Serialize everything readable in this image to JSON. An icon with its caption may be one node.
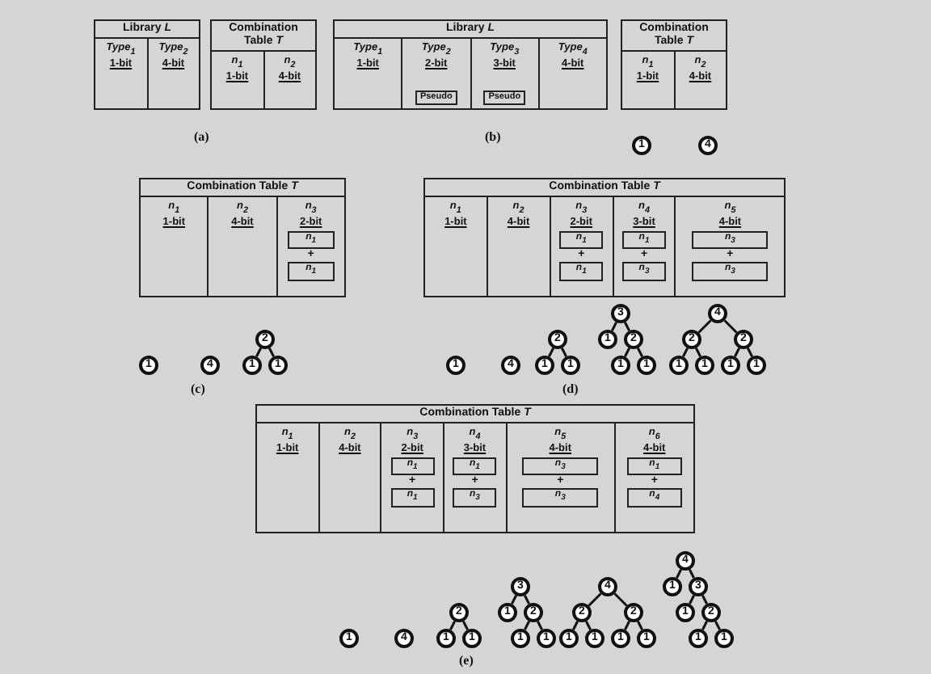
{
  "diagram": {
    "nodes": [
      {
        "text": [
          "Library *L*"
        ]
      },
      {
        "text": [
          "Type$_{1}$",
          "1-bit"
        ],
        "in": 0
      },
      {
        "text": [
          "Type$_{2}$",
          "4-bit"
        ],
        "in": 0
      },
      {
        "text": [
          "Combination Table *T*"
        ]
      },
      {
        "text": [
          "n$_{1}$",
          "1-bit"
        ],
        "in": 3
      },
      {
        "text": [
          "n$_{2}$",
          "4-bit"
        ],
        "in": 3
      },
      {
        "text": [
          "Library *L*"
        ]
      },
      {
        "text": [
          "Type$_{1}$",
          "1-bit"
        ],
        "in": 6
      },
      {
        "text": [
          "Type$_{2}$",
          "2-bit"
        ],
        "in": 6
      },
      {
        "text": [
          "Pseudo"
        ],
        "in": 8
      },
      {
        "text": [
          "Type$_{3}$",
          "3-bit"
        ],
        "in": 6
      },
      {
        "text": [
          "Pseudo"
        ],
        "in": 10
      },
      {
        "text": [
          "Type$_{4}$",
          "4-bit"
        ],
        "in": 6
      },
      {
        "text": [
          "Combination Table *T*"
        ]
      },
      {
        "text": [
          "n$_{1}$",
          "1-bit"
        ],
        "in": 13
      },
      {
        "text": [
          "n$_{2}$",
          "4-bit"
        ],
        "in": 13
      },
      {
        "text": [
          "1"
        ]
      },
      {
        "text": [
          "4"
        ]
      },
      {
        "text": [
          "Combination Table *T*"
        ]
      },
      {
        "text": [
          "n$_{1}$",
          "1-bit"
        ],
        "in": 18
      },
      {
        "text": [
          "n$_{2}$",
          "4-bit"
        ],
        "in": 18
      },
      {
        "text": [
          "n$_{3}$",
          "2-bit",
          "+"
        ],
        "in": 18
      },
      {
        "text": [
          "n$_{1}$"
        ],
        "in": 21
      },
      {
        "text": [
          "n$_{1}$"
        ],
        "in": 21
      },
      {
        "text": [
          "1"
        ]
      },
      {
        "text": [
          "4"
        ]
      },
      {
        "text": [
          "2"
        ]
      },
      {
        "text": [
          "1"
        ]
      },
      {
        "text": [
          "1"
        ]
      },
      {
        "text": [
          "Combination Table *T*"
        ]
      },
      {
        "text": [
          "n$_{1}$",
          "1-bit"
        ],
        "in": 29
      },
      {
        "text": [
          "n$_{2}$",
          "4-bit"
        ],
        "in": 29
      },
      {
        "text": [
          "n$_{3}$",
          "2-bit",
          "+"
        ],
        "in": 29
      },
      {
        "text": [
          "n$_{1}$"
        ],
        "in": 32
      },
      {
        "text": [
          "n$_{1}$"
        ],
        "in": 32
      },
      {
        "text": [
          "n$_{4}$",
          "3-bit",
          "+"
        ],
        "in": 29
      },
      {
        "text": [
          "n$_{1}$"
        ],
        "in": 35
      },
      {
        "text": [
          "n$_{3}$"
        ],
        "in": 35
      },
      {
        "text": [
          "n$_{5}$",
          "4-bit",
          "+"
        ],
        "in": 29
      },
      {
        "text": [
          "n$_{3}$"
        ],
        "in": 38
      },
      {
        "text": [
          "n$_{3}$"
        ],
        "in": 38
      },
      {
        "text": [
          "1"
        ]
      },
      {
        "text": [
          "4"
        ]
      },
      {
        "text": [
          "2"
        ]
      },
      {
        "text": [
          "1"
        ]
      },
      {
        "text": [
          "1"
        ]
      },
      {
        "text": [
          "3"
        ]
      },
      {
        "text": [
          "1"
        ]
      },
      {
        "text": [
          "2"
        ]
      },
      {
        "text": [
          "1"
        ]
      },
      {
        "text": [
          "1"
        ]
      },
      {
        "text": [
          "4"
        ]
      },
      {
        "text": [
          "2"
        ]
      },
      {
        "text": [
          "1"
        ]
      },
      {
        "text": [
          "1"
        ]
      },
      {
        "text": [
          "2"
        ]
      },
      {
        "text": [
          "1"
        ]
      },
      {
        "text": [
          "1"
        ]
      },
      {
        "text": [
          "Combination Table *T*"
        ]
      },
      {
        "text": [
          "n$_{1}$",
          "1-bit"
        ],
        "in": 58
      },
      {
        "text": [
          "n$_{2}$",
          "4-bit"
        ],
        "in": 58
      },
      {
        "text": [
          "n$_{3}$",
          "2-bit",
          "+"
        ],
        "in": 58
      },
      {
        "text": [
          "n$_{1}$"
        ],
        "in": 61
      },
      {
        "text": [
          "n$_{1}$"
        ],
        "in": 61
      },
      {
        "text": [
          "n$_{4}$",
          "3-bit",
          "+"
        ],
        "in": 58
      },
      {
        "text": [
          "n$_{1}$"
        ],
        "in": 64
      },
      {
        "text": [
          "n$_{3}$"
        ],
        "in": 64
      },
      {
        "text": [
          "n$_{5}$",
          "4-bit",
          "+"
        ],
        "in": 58
      },
      {
        "text": [
          "n$_{3}$"
        ],
        "in": 67
      },
      {
        "text": [
          "n$_{3}$"
        ],
        "in": 67
      },
      {
        "text": [
          "n$_{6}$",
          "4-bit",
          "+"
        ],
        "in": 58
      },
      {
        "text": [
          "n$_{1}$"
        ],
        "in": 70
      },
      {
        "text": [
          "n$_{4}$"
        ],
        "in": 70
      },
      {
        "text": [
          "1"
        ]
      },
      {
        "text": [
          "4"
        ]
      },
      {
        "text": [
          "2"
        ]
      },
      {
        "text": [
          "1"
        ]
      },
      {
        "text": [
          "1"
        ]
      },
      {
        "text": [
          "3"
        ]
      },
      {
        "text": [
          "1"
        ]
      },
      {
        "text": [
          "2"
        ]
      },
      {
        "text": [
          "1"
        ]
      },
      {
        "text": [
          "1"
        ]
      },
      {
        "text": [
          "4"
        ]
      },
      {
        "text": [
          "2"
        ]
      },
      {
        "text": [
          "1"
        ]
      },
      {
        "text": [
          "1"
        ]
      },
      {
        "text": [
          "2"
        ]
      },
      {
        "text": [
          "1"
        ]
      },
      {
        "text": [
          "1"
        ]
      },
      {
        "text": [
          "4"
        ]
      },
      {
        "text": [
          "1"
        ]
      },
      {
        "text": [
          "3"
        ]
      },
      {
        "text": [
          "1"
        ]
      },
      {
        "text": [
          "2"
        ]
      },
      {
        "text": [
          "1"
        ]
      },
      {
        "text": [
          "1"
        ]
      }
    ],
    "edges": [
      {
        "from": 26,
        "to": 27,
        "arrow": "none"
      },
      {
        "from": 26,
        "to": 28,
        "arrow": "none"
      },
      {
        "from": 43,
        "to": 44,
        "arrow": "none"
      },
      {
        "from": 43,
        "to": 45,
        "arrow": "none"
      },
      {
        "from": 46,
        "to": 47,
        "arrow": "none"
      },
      {
        "from": 46,
        "to": 48,
        "arrow": "none"
      },
      {
        "from": 48,
        "to": 49,
        "arrow": "none"
      },
      {
        "from": 48,
        "to": 50,
        "arrow": "none"
      },
      {
        "from": 51,
        "to": 52,
        "arrow": "none"
      },
      {
        "from": 52,
        "to": 53,
        "arrow": "none"
      },
      {
        "from": 52,
        "to": 54,
        "arrow": "none"
      },
      {
        "from": 51,
        "to": 55,
        "arrow": "none"
      },
      {
        "from": 55,
        "to": 56,
        "arrow": "none"
      },
      {
        "from": 55,
        "to": 57,
        "arrow": "none"
      },
      {
        "from": 75,
        "to": 76,
        "arrow": "none"
      },
      {
        "from": 75,
        "to": 77,
        "arrow": "none"
      },
      {
        "from": 78,
        "to": 79,
        "arrow": "none"
      },
      {
        "from": 78,
        "to": 80,
        "arrow": "none"
      },
      {
        "from": 80,
        "to": 81,
        "arrow": "none"
      },
      {
        "from": 80,
        "to": 82,
        "arrow": "none"
      },
      {
        "from": 83,
        "to": 84,
        "arrow": "none"
      },
      {
        "from": 84,
        "to": 85,
        "arrow": "none"
      },
      {
        "from": 84,
        "to": 86,
        "arrow": "none"
      },
      {
        "from": 83,
        "to": 87,
        "arrow": "none"
      },
      {
        "from": 87,
        "to": 88,
        "arrow": "none"
      },
      {
        "from": 87,
        "to": 89,
        "arrow": "none"
      },
      {
        "from": 90,
        "to": 91,
        "arrow": "none"
      },
      {
        "from": 90,
        "to": 92,
        "arrow": "none"
      },
      {
        "from": 92,
        "to": 93,
        "arrow": "none"
      },
      {
        "from": 92,
        "to": 94,
        "arrow": "none"
      },
      {
        "from": 94,
        "to": 95,
        "arrow": "none"
      },
      {
        "from": 94,
        "to": 96,
        "arrow": "none"
      }
    ],
    "labels": [
      "(a)",
      "(b)",
      "(c)",
      "(d)",
      "(e)"
    ]
  }
}
